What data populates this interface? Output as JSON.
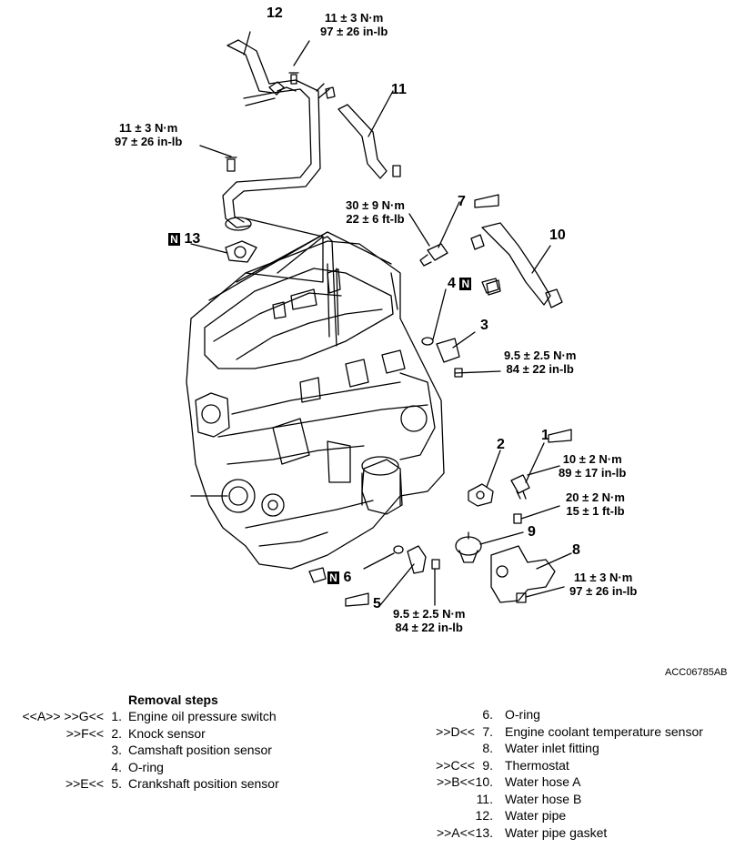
{
  "callouts": {
    "c12": "12",
    "c11": "11",
    "c13": "13",
    "c7": "7",
    "c10": "10",
    "c4": "4",
    "c3": "3",
    "c1": "1",
    "c2": "2",
    "c9": "9",
    "c8": "8",
    "c6": "6",
    "c5": "5",
    "n_mark": "N"
  },
  "torques": {
    "t_top_1": "11 ± 3 N·m",
    "t_top_2": "97 ± 26 in-lb",
    "t_left_1": "11 ± 3 N·m",
    "t_left_2": "97 ± 26 in-lb",
    "t_7_1": "30 ± 9 N·m",
    "t_7_2": "22 ± 6 ft-lb",
    "t_3_1": "9.5 ± 2.5 N·m",
    "t_3_2": "84 ± 22 in-lb",
    "t_1_1": "10 ± 2 N·m",
    "t_1_2": "89 ± 17 in-lb",
    "t_9_1": "20 ± 2 N·m",
    "t_9_2": "15 ± 1 ft-lb",
    "t_8_1": "11 ± 3 N·m",
    "t_8_2": "97 ± 26 in-lb",
    "t_5_1": "9.5 ± 2.5 N·m",
    "t_5_2": "84 ± 22 in-lb"
  },
  "figure_ref": "ACC06785AB",
  "removal": {
    "title": "Removal steps",
    "left": [
      {
        "code": "<<A>>  >>G<<",
        "num": "1.",
        "text": "Engine oil pressure switch"
      },
      {
        "code": ">>F<<",
        "num": "2.",
        "text": "Knock sensor"
      },
      {
        "code": "",
        "num": "3.",
        "text": "Camshaft position sensor"
      },
      {
        "code": "",
        "num": "4.",
        "text": "O-ring"
      },
      {
        "code": ">>E<<",
        "num": "5.",
        "text": "Crankshaft position sensor"
      }
    ],
    "right": [
      {
        "code": "",
        "num": "6.",
        "text": "O-ring"
      },
      {
        "code": ">>D<<",
        "num": "7.",
        "text": "Engine coolant temperature sensor"
      },
      {
        "code": "",
        "num": "8.",
        "text": "Water inlet fitting"
      },
      {
        "code": ">>C<<",
        "num": "9.",
        "text": "Thermostat"
      },
      {
        "code": ">>B<<",
        "num": "10.",
        "text": "Water hose A"
      },
      {
        "code": "",
        "num": "11.",
        "text": "Water hose B"
      },
      {
        "code": "",
        "num": "12.",
        "text": "Water pipe"
      },
      {
        "code": ">>A<<",
        "num": "13.",
        "text": "Water pipe gasket"
      }
    ]
  }
}
